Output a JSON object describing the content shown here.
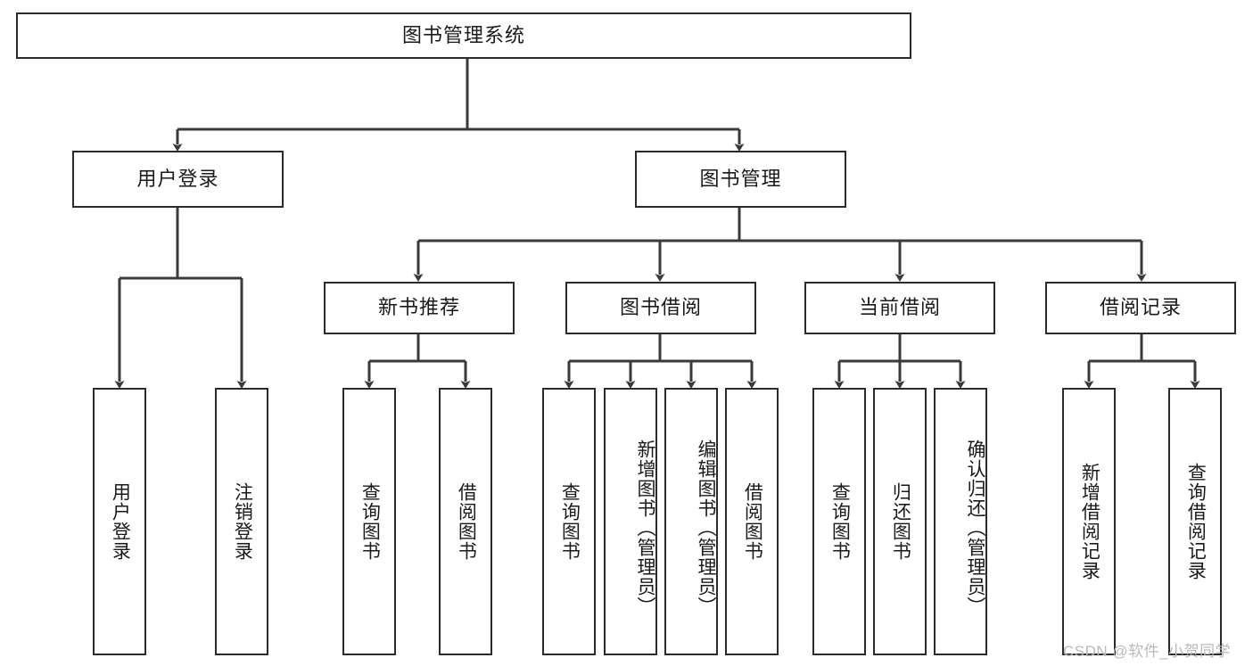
{
  "diagram": {
    "type": "tree",
    "title": "图书管理系统",
    "levels": {
      "root": {
        "label": "图书管理系统"
      },
      "level2": [
        {
          "id": "user-login",
          "label": "用户登录"
        },
        {
          "id": "book-management",
          "label": "图书管理"
        }
      ],
      "level3": [
        {
          "id": "new-book-recommend",
          "label": "新书推荐",
          "parent": "book-management"
        },
        {
          "id": "book-borrow",
          "label": "图书借阅",
          "parent": "book-management"
        },
        {
          "id": "current-borrow",
          "label": "当前借阅",
          "parent": "book-management"
        },
        {
          "id": "borrow-record",
          "label": "借阅记录",
          "parent": "book-management"
        }
      ],
      "leaves": [
        {
          "id": "leaf-user-login",
          "label": "用户登录",
          "parent": "user-login"
        },
        {
          "id": "leaf-logout-login",
          "label": "注销登录",
          "parent": "user-login"
        },
        {
          "id": "leaf-query-book-1",
          "label": "查询图书",
          "parent": "new-book-recommend"
        },
        {
          "id": "leaf-borrow-book-1",
          "label": "借阅图书",
          "parent": "new-book-recommend"
        },
        {
          "id": "leaf-query-book-2",
          "label": "查询图书",
          "parent": "book-borrow"
        },
        {
          "id": "leaf-add-book-admin",
          "label": "新增图书（管理员）",
          "parent": "book-borrow"
        },
        {
          "id": "leaf-edit-book-admin",
          "label": "编辑图书（管理员）",
          "parent": "book-borrow"
        },
        {
          "id": "leaf-borrow-book-2",
          "label": "借阅图书",
          "parent": "book-borrow"
        },
        {
          "id": "leaf-query-book-3",
          "label": "查询图书",
          "parent": "current-borrow"
        },
        {
          "id": "leaf-return-book",
          "label": "归还图书",
          "parent": "current-borrow"
        },
        {
          "id": "leaf-confirm-return-admin",
          "label": "确认归还（管理员）",
          "parent": "current-borrow"
        },
        {
          "id": "leaf-add-borrow-record",
          "label": "新增借阅记录",
          "parent": "borrow-record"
        },
        {
          "id": "leaf-query-borrow-record",
          "label": "查询借阅记录",
          "parent": "borrow-record"
        }
      ]
    },
    "colors": {
      "box_border": "#2b2b2b",
      "box_fill": "#ffffff",
      "connector": "#3a3a3a",
      "text": "#1a1a1a",
      "watermark": "#b9b9b9"
    }
  },
  "watermark": {
    "text": "CSDN @软件_小贺同学"
  }
}
